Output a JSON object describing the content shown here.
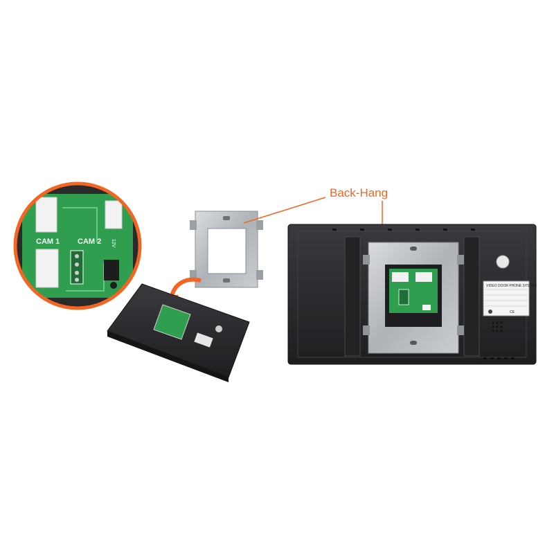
{
  "callout": {
    "label": "Back-Hang",
    "color": "#f26522"
  },
  "zoom_inset": {
    "cam1_label": "CAM 1",
    "cam2_label": "CAM 2",
    "ring_color": "#f26522"
  },
  "device_label": {
    "title": "VIDEO DOOR PHONE SYSTEM"
  },
  "colors": {
    "pcb_green": "#2f9e4f",
    "housing": "#2b2b2e",
    "steel": "#b8bcc0",
    "arrow": "#f26522"
  }
}
